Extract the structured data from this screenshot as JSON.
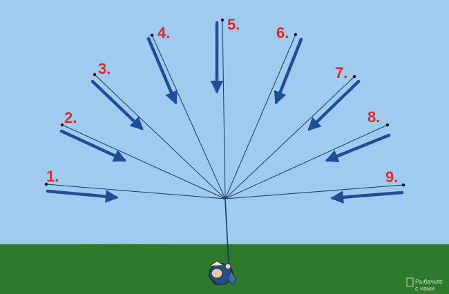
{
  "diagram": {
    "positions": [
      {
        "label": "1."
      },
      {
        "label": "2."
      },
      {
        "label": "3."
      },
      {
        "label": "4."
      },
      {
        "label": "5."
      },
      {
        "label": "6."
      },
      {
        "label": "7."
      },
      {
        "label": "8."
      },
      {
        "label": "9."
      }
    ]
  },
  "watermark": {
    "line1": "Рыбачьте",
    "line2": "с нами"
  },
  "colors": {
    "sky": "#9ecbef",
    "grass": "#2d7a2d",
    "label": "#e02a2a",
    "arrow": "#1f4e96",
    "line": "#1b3a5c"
  }
}
